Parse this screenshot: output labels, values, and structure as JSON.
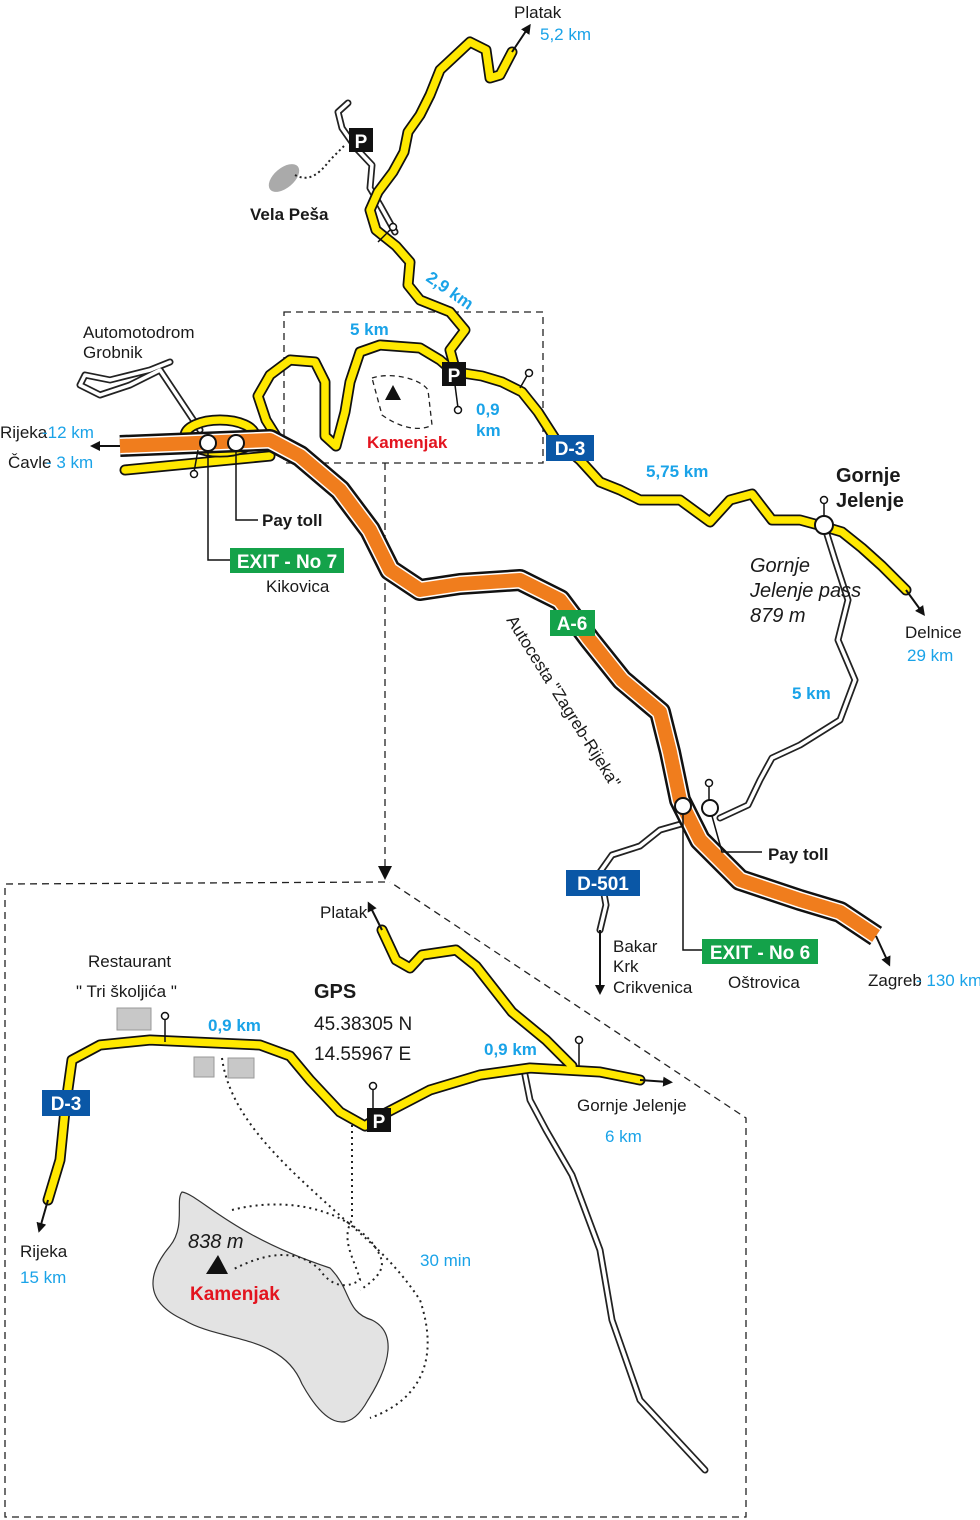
{
  "colors": {
    "road_yellow": "#ffe800",
    "motorway_orange": "#f07d1d",
    "distance_blue": "#1aa3e8",
    "badge_blue": "#0a57a6",
    "badge_green": "#14a24a",
    "peak_red": "#e3141f"
  },
  "main_map": {
    "platak": "Platak",
    "platak_dist": "5,2 km",
    "vela_pesa": "Vela Peša",
    "dist_2_9": "2,9 km",
    "dist_5": "5 km",
    "dist_0_9": "0,9",
    "dist_km": "km",
    "kamenjak": "Kamenjak",
    "automotodrom_1": "Automotodrom",
    "automotodrom_2": "Grobnik",
    "rijeka": "Rijeka",
    "rijeka_dist": "-12 km",
    "cavle": "Čavle",
    "cavle_dist": "- 3 km",
    "pay_toll_1": "Pay toll",
    "exit7": "EXIT - No 7",
    "kikovica": "Kikovica",
    "d3": "D-3",
    "a6": "A-6",
    "dist_5_75": "5,75 km",
    "gornje_1": "Gornje",
    "gornje_2": "Jelenje",
    "pass_1": "Gornje",
    "pass_2": "Jelenje pass",
    "pass_alt": "879 m",
    "delnice": "Delnice",
    "delnice_dist": "29 km",
    "autocesta": "Autocesta \"Zagreb-Rijeka\"",
    "dist_5b": "5 km",
    "pay_toll_2": "Pay toll",
    "d501": "D-501",
    "bakar": "Bakar",
    "krk": "Krk",
    "crikvenica": "Crikvenica",
    "exit6": "EXIT - No 6",
    "ostrovica": "Oštrovica",
    "zagreb": "Zagreb",
    "zagreb_dist": "- 130 km",
    "parking": "P"
  },
  "inset": {
    "platak": "Platak",
    "restaurant_1": "Restaurant",
    "restaurant_2": "\" Tri školjića \"",
    "gps_title": "GPS",
    "gps_lat": "45.38305 N",
    "gps_lon": "14.55967 E",
    "dist_a": "0,9 km",
    "dist_b": "0,9 km",
    "d3": "D-3",
    "gornje": "Gornje Jelenje",
    "gornje_dist": "6 km",
    "rijeka": "Rijeka",
    "rijeka_dist": "15 km",
    "peak_alt": "838 m",
    "kamenjak": "Kamenjak",
    "walk": "30 min",
    "parking": "P"
  }
}
